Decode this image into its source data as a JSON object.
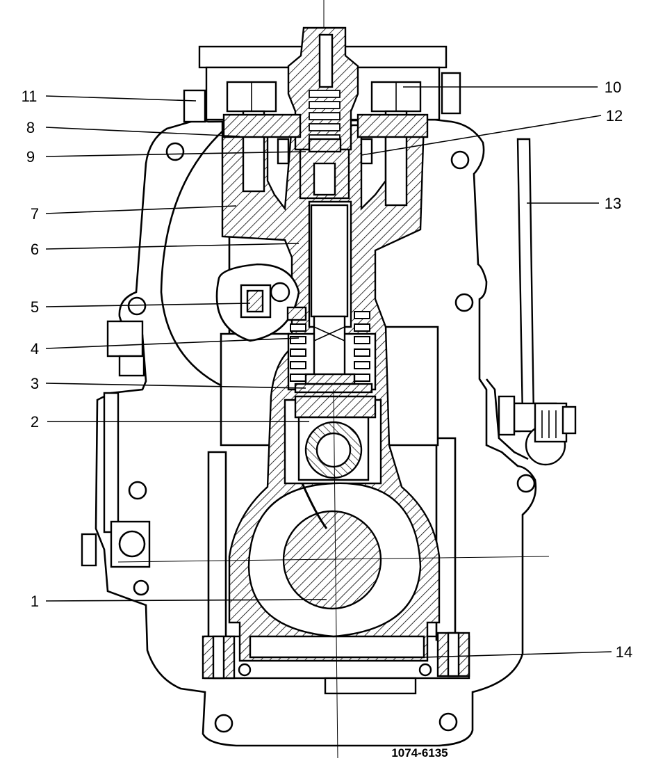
{
  "drawing": {
    "code": "1074-6135",
    "callouts": [
      {
        "id": "1",
        "label": "1"
      },
      {
        "id": "2",
        "label": "2"
      },
      {
        "id": "3",
        "label": "3"
      },
      {
        "id": "4",
        "label": "4"
      },
      {
        "id": "5",
        "label": "5"
      },
      {
        "id": "6",
        "label": "6"
      },
      {
        "id": "7",
        "label": "7"
      },
      {
        "id": "8",
        "label": "8"
      },
      {
        "id": "9",
        "label": "9"
      },
      {
        "id": "10",
        "label": "10"
      },
      {
        "id": "11",
        "label": "11"
      },
      {
        "id": "12",
        "label": "12"
      },
      {
        "id": "13",
        "label": "13"
      },
      {
        "id": "14",
        "label": "14"
      }
    ]
  }
}
